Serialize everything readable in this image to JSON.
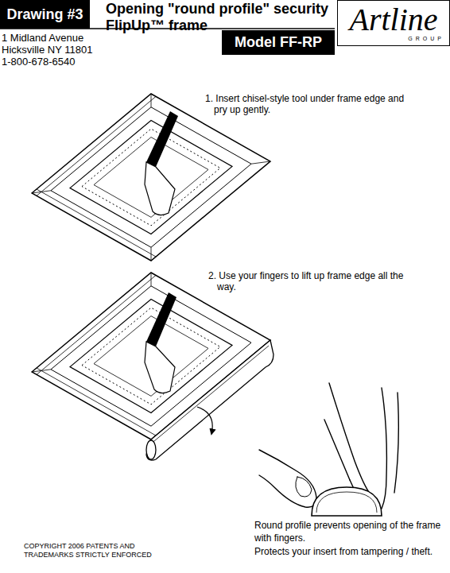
{
  "diagram": {
    "title": "Opening \"round profile\" security FlipUp™ frame",
    "nodes": [
      {
        "text": [
          "Drawing #3"
        ]
      },
      {
        "text": [
          "Model FF-RP"
        ]
      },
      {
        "text": [
          "Artline",
          "GROUP"
        ]
      }
    ],
    "labels": [
      "1 Midland Avenue",
      "Hicksville NY 11801",
      "1-800-678-6540",
      "1. Insert chisel-style tool under frame edge and pry up gently.",
      "2. Use your fingers to lift up frame edge all the way.",
      "Round profile prevents opening of the frame with fingers.",
      "Protects your insert from tampering / theft.",
      "COPYRIGHT 2006 PATENTS AND TRADEMARKS STRICTLY ENFORCED"
    ]
  }
}
